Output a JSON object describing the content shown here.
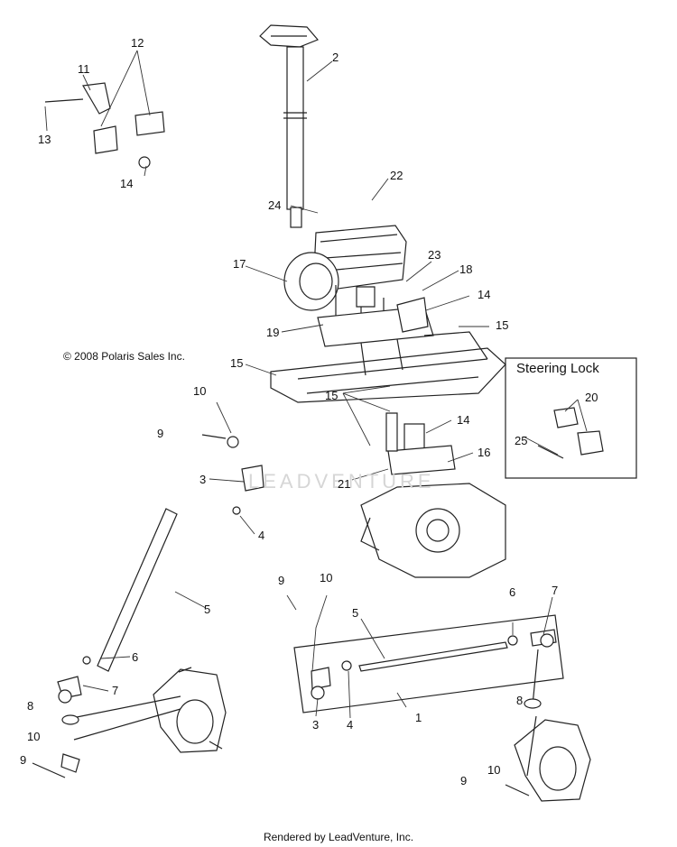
{
  "copyright": "© 2008 Polaris Sales Inc.",
  "footer": "Rendered by LeadVenture, Inc.",
  "watermark": "LEADVENTURE",
  "steering_lock_title": "Steering Lock",
  "callouts": {
    "c1": "1",
    "c2": "2",
    "c3a": "3",
    "c3b": "3",
    "c4a": "4",
    "c4b": "4",
    "c5a": "5",
    "c5b": "5",
    "c6a": "6",
    "c6b": "6",
    "c7a": "7",
    "c7b": "7",
    "c8a": "8",
    "c8b": "8",
    "c9a": "9",
    "c9b": "9",
    "c9c": "9",
    "c9d": "9",
    "c10a": "10",
    "c10b": "10",
    "c10c": "10",
    "c10d": "10",
    "c11": "11",
    "c12": "12",
    "c13": "13",
    "c14a": "14",
    "c14b": "14",
    "c14c": "14",
    "c15a": "15",
    "c15b": "15",
    "c15c": "15",
    "c16": "16",
    "c17": "17",
    "c18": "18",
    "c19": "19",
    "c20": "20",
    "c21": "21",
    "c22": "22",
    "c23": "23",
    "c24": "24",
    "c25": "25"
  }
}
